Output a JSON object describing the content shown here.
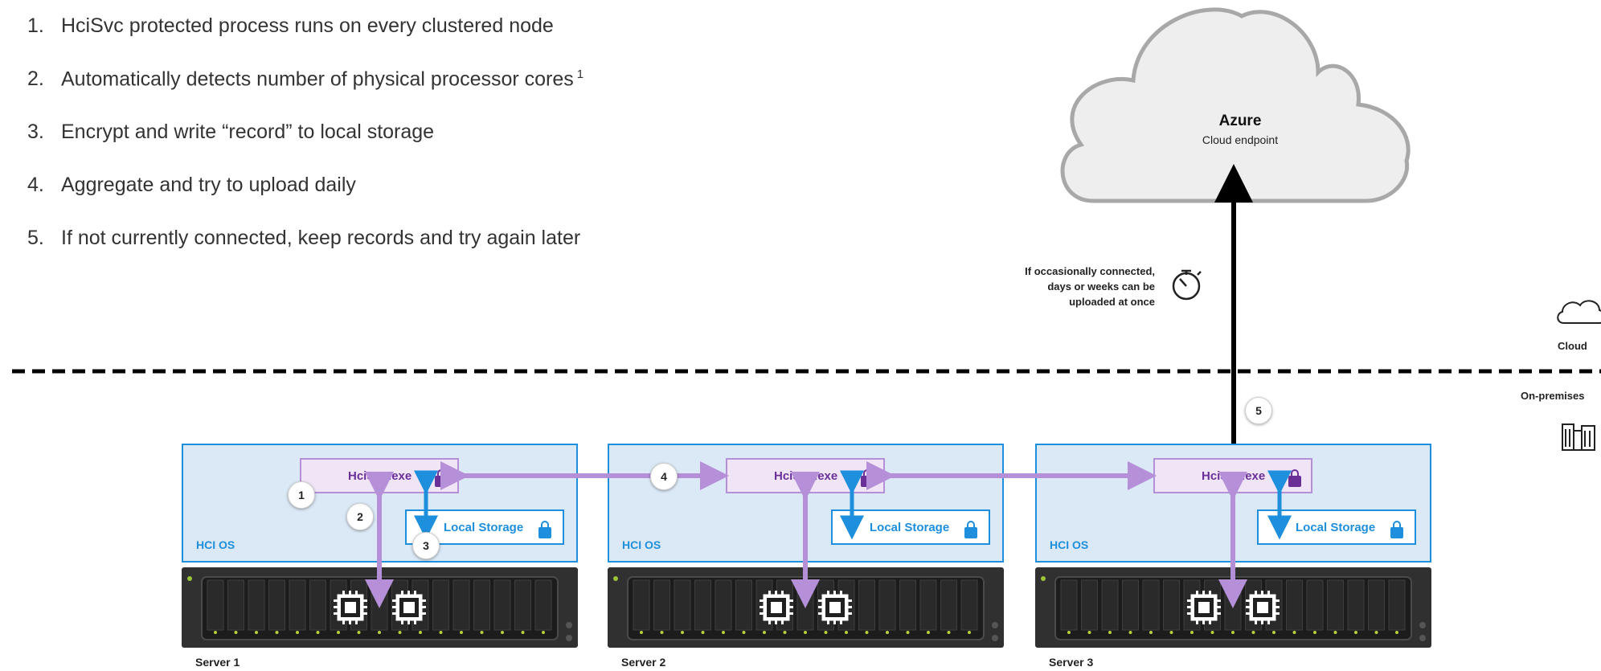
{
  "steps": [
    {
      "num": "1.",
      "text": "HciSvc protected process runs on every clustered node",
      "sup": ""
    },
    {
      "num": "2.",
      "text": "Automatically detects number of physical processor cores",
      "sup": "1"
    },
    {
      "num": "3.",
      "text": "Encrypt and write “record” to local storage",
      "sup": ""
    },
    {
      "num": "4.",
      "text": "Aggregate and try to upload daily",
      "sup": ""
    },
    {
      "num": "5.",
      "text": "If not currently connected, keep records and try again later",
      "sup": ""
    }
  ],
  "cloud": {
    "title": "Azure",
    "subtitle": "Cloud endpoint"
  },
  "note": {
    "line1": "If occasionally connected,",
    "line2": "days or weeks can be",
    "line3": "uploaded at once"
  },
  "zones": {
    "cloud": "Cloud",
    "onprem": "On-premises"
  },
  "nodes": [
    {
      "os_label": "HCI OS",
      "service": "HciSvc.exe",
      "storage": "Local Storage",
      "server": "Server 1"
    },
    {
      "os_label": "HCI OS",
      "service": "HciSvc.exe",
      "storage": "Local Storage",
      "server": "Server 2"
    },
    {
      "os_label": "HCI OS",
      "service": "HciSvc.exe",
      "storage": "Local Storage",
      "server": "Server 3"
    }
  ],
  "badges": {
    "b1": "1",
    "b2": "2",
    "b3": "3",
    "b4": "4",
    "b5": "5"
  },
  "colors": {
    "purple": "#b58fd8",
    "purple_text": "#6b2f98",
    "blue": "#1e8fdc",
    "hci_fill": "#dbe8f5"
  },
  "icons": [
    "cloud-icon",
    "building-icon",
    "stopwatch-icon",
    "lock-icon",
    "cpu-chip-icon",
    "server-rack-icon"
  ]
}
